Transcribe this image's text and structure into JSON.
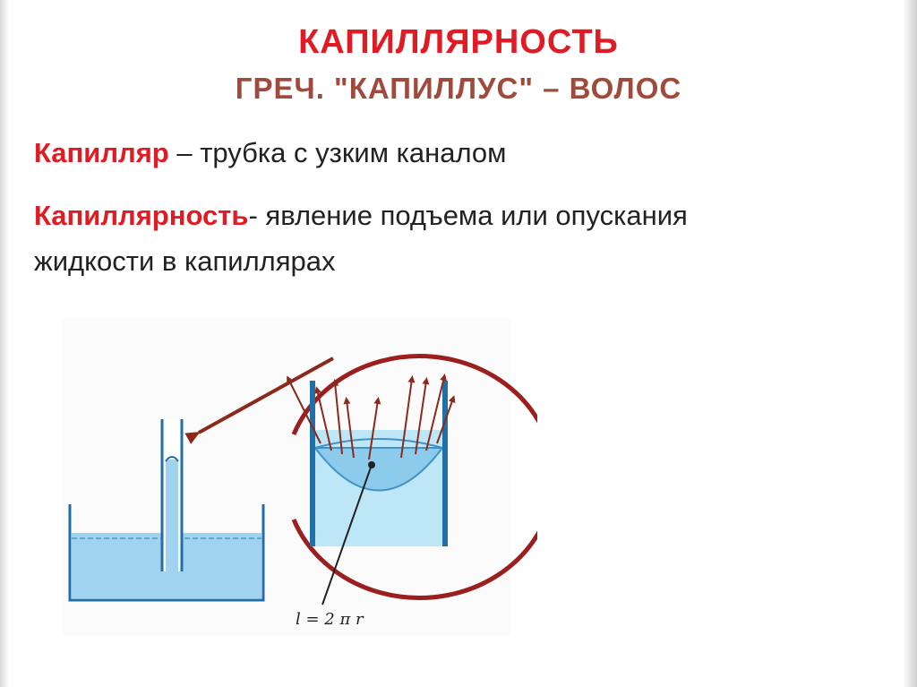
{
  "slide": {
    "title": "КАПИЛЛЯРНОСТЬ",
    "subtitle": "ГРЕЧ. \"КАПИЛЛУС\" – ВОЛОС"
  },
  "definitions": [
    {
      "term": "Капилляр",
      "text": " – трубка с узким каналом"
    },
    {
      "term": "Капиллярность",
      "text": "- явление подъема или опускания жидкости в капиллярах"
    }
  ],
  "figure": {
    "formula": "l = 2 π r",
    "colors": {
      "water": "#9fd3ef",
      "water_dark": "#5aa9d6",
      "wall": "#1f6fa8",
      "arrow": "#8b2a1c",
      "circle": "#9b1f1f"
    }
  }
}
